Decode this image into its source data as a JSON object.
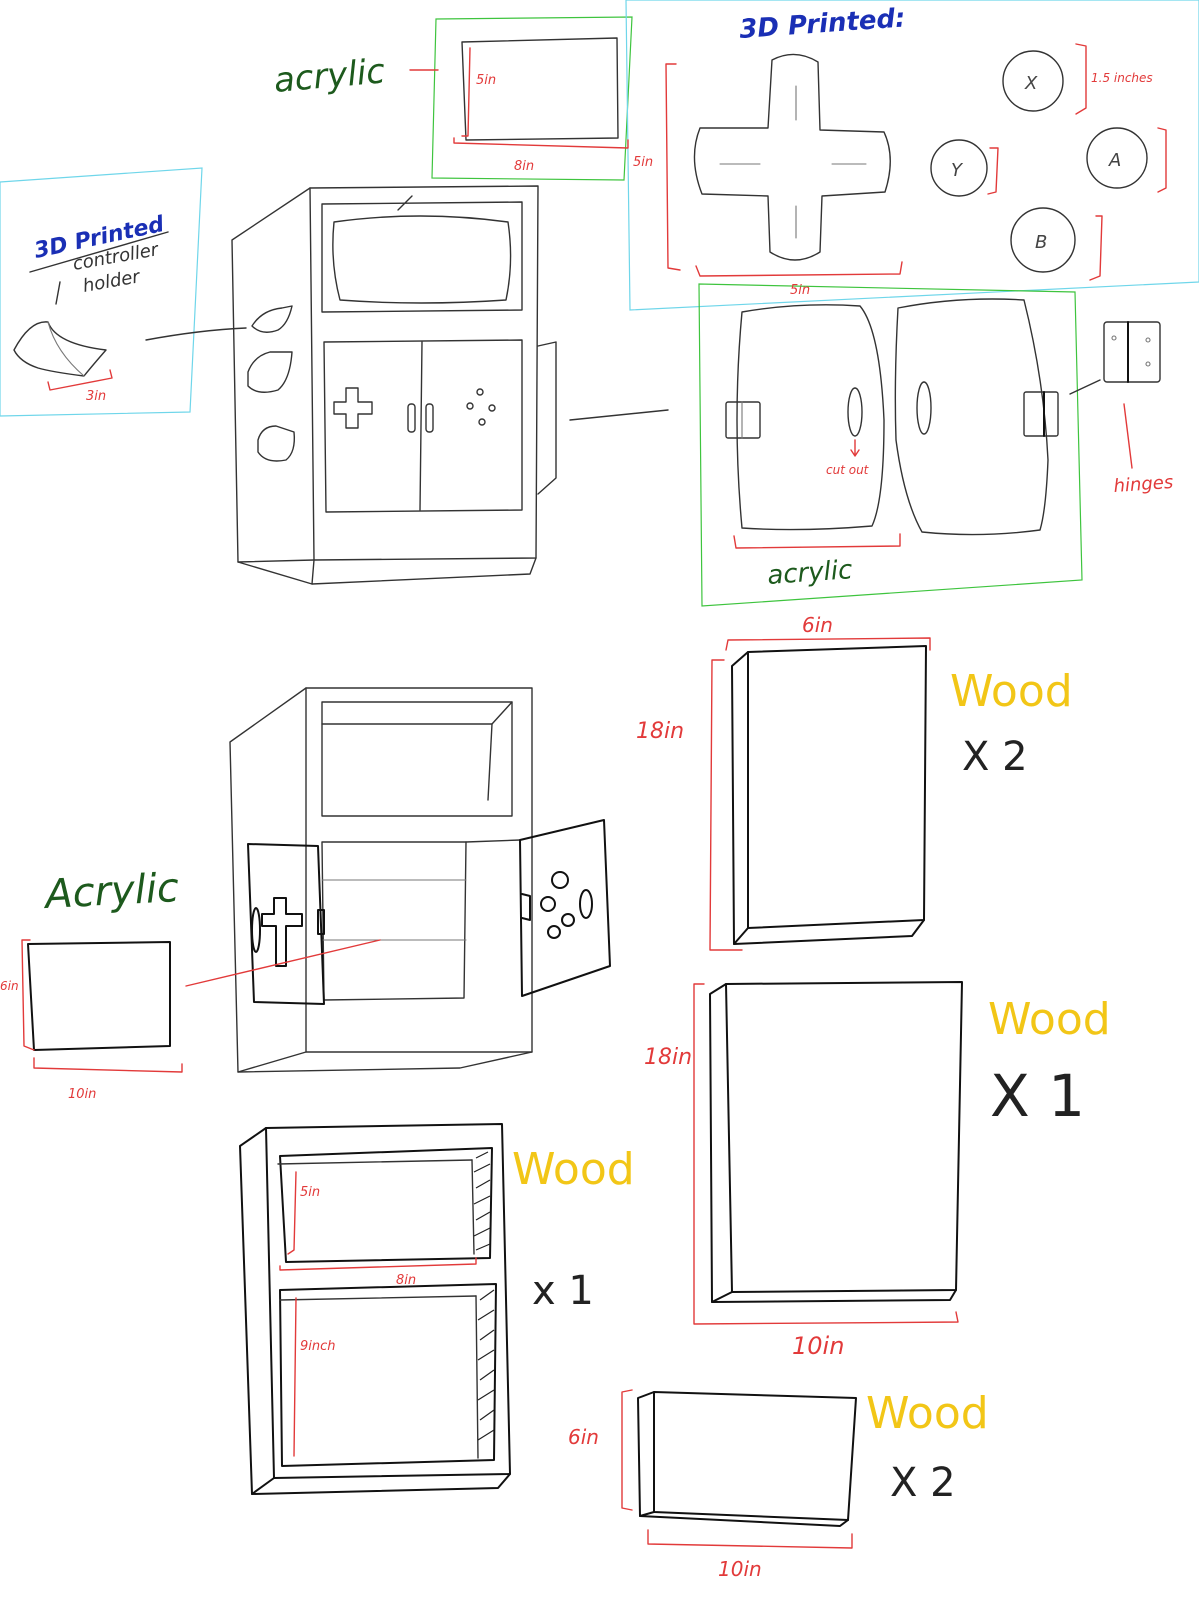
{
  "colors": {
    "dimension": "#e23a3a",
    "material_acrylic": "#1d5a1d",
    "material_3d": "#1a2fb5",
    "material_wood": "#f2c617",
    "box_green": "#3ec43e",
    "box_cyan": "#6fd6ea",
    "ink": "#333333"
  },
  "top_screen": {
    "material": "acrylic",
    "height": "5in",
    "width": "8in"
  },
  "controls_3d": {
    "title": "3D Printed:",
    "dpad_height": "5in",
    "dpad_width": "5in",
    "button_size": "1.5 inches",
    "buttons": [
      "X",
      "Y",
      "A",
      "B"
    ]
  },
  "holder_3d": {
    "title": "3D Printed",
    "subtitle_1": "controller",
    "subtitle_2": "holder",
    "width": "3in"
  },
  "doors": {
    "material": "acrylic",
    "cutout": "cut out",
    "hinges": "hinges"
  },
  "front_panel": {
    "material": "Acrylic",
    "height": "6in",
    "width": "10in"
  },
  "side_panels": {
    "material": "Wood",
    "count": "X 2",
    "width": "6in",
    "height": "18in"
  },
  "back_panel": {
    "material": "Wood",
    "count": "X 1",
    "height": "18in",
    "width": "10in"
  },
  "front_frame": {
    "material": "Wood",
    "count": "x 1",
    "top_height": "5in",
    "top_width": "8in",
    "bottom_height": "9inch"
  },
  "top_bottom": {
    "material": "Wood",
    "count": "X 2",
    "height": "6in",
    "width": "10in"
  }
}
